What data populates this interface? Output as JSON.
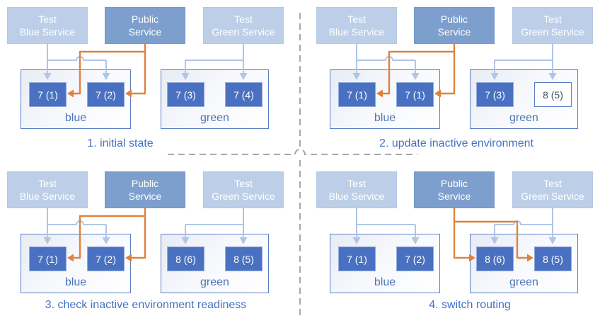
{
  "colors": {
    "accent_orange": "#e0813c",
    "arrow_light_blue": "#b0c6e7",
    "service_test_bg": "#bdcfe8",
    "service_public_bg": "#7d9fcd",
    "version_box_bg": "#4a71c1",
    "version_box_border": "#93aadb",
    "version_outline_border": "#5b7fc7",
    "version_outline_text": "#44546a",
    "env_border": "#5b7fc7",
    "env_label_color": "#4f74b8",
    "caption_color": "#4472c4",
    "divider_gray": "#a8a8a8"
  },
  "services": {
    "test_blue": {
      "line1": "Test",
      "line2": "Blue Service"
    },
    "public": {
      "line1": "Public",
      "line2": "Service"
    },
    "test_green": {
      "line1": "Test",
      "line2": "Green Service"
    }
  },
  "env_labels": {
    "blue": "blue",
    "green": "green"
  },
  "quadrants": [
    {
      "caption": "1. initial state",
      "public_routes_to": "blue",
      "blue_boxes": [
        {
          "label": "7 (1)",
          "outlined": false
        },
        {
          "label": "7 (2)",
          "outlined": false
        }
      ],
      "green_boxes": [
        {
          "label": "7 (3)",
          "outlined": false
        },
        {
          "label": "7 (4)",
          "outlined": false
        }
      ]
    },
    {
      "caption": "2. update inactive environment",
      "public_routes_to": "blue",
      "blue_boxes": [
        {
          "label": "7 (1)",
          "outlined": false
        },
        {
          "label": "7 (1)",
          "outlined": false
        }
      ],
      "green_boxes": [
        {
          "label": "7 (3)",
          "outlined": false
        },
        {
          "label": "8 (5)",
          "outlined": true
        }
      ]
    },
    {
      "caption": "3. check inactive environment readiness",
      "public_routes_to": "blue",
      "blue_boxes": [
        {
          "label": "7 (1)",
          "outlined": false
        },
        {
          "label": "7 (2)",
          "outlined": false
        }
      ],
      "green_boxes": [
        {
          "label": "8 (6)",
          "outlined": false
        },
        {
          "label": "8 (5)",
          "outlined": false
        }
      ]
    },
    {
      "caption": "4. switch routing",
      "public_routes_to": "green",
      "blue_boxes": [
        {
          "label": "7 (1)",
          "outlined": false
        },
        {
          "label": "7 (2)",
          "outlined": false
        }
      ],
      "green_boxes": [
        {
          "label": "8 (6)",
          "outlined": false
        },
        {
          "label": "8 (5)",
          "outlined": false
        }
      ]
    }
  ]
}
